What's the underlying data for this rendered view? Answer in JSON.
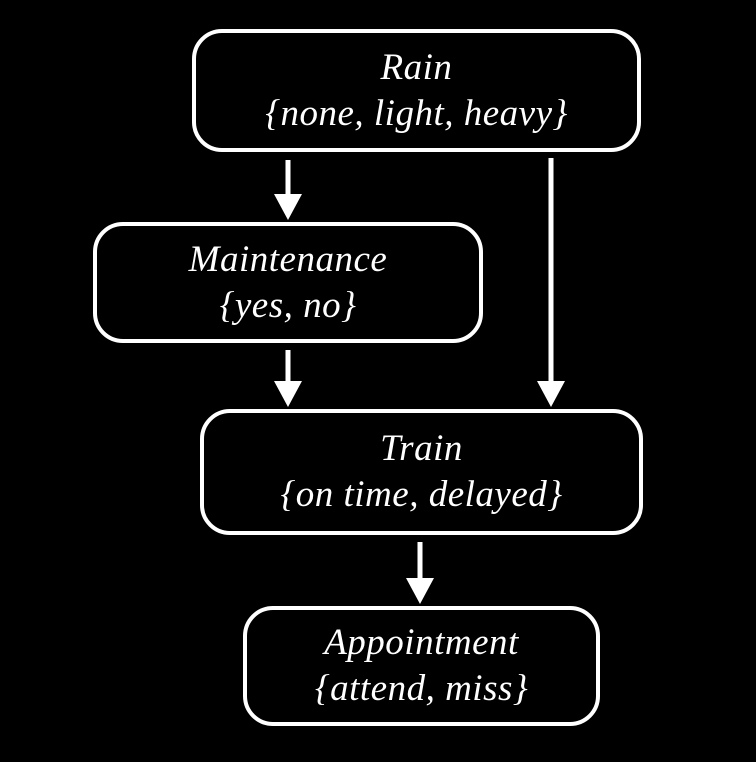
{
  "diagram": {
    "type": "bayesian-network",
    "nodes": [
      {
        "id": "rain",
        "name": "Rain",
        "values": "{none, light, heavy}"
      },
      {
        "id": "maintenance",
        "name": "Maintenance",
        "values": "{yes, no}"
      },
      {
        "id": "train",
        "name": "Train",
        "values": "{on time, delayed}"
      },
      {
        "id": "appointment",
        "name": "Appointment",
        "values": "{attend, miss}"
      }
    ],
    "edges": [
      {
        "from": "rain",
        "to": "maintenance"
      },
      {
        "from": "rain",
        "to": "train"
      },
      {
        "from": "maintenance",
        "to": "train"
      },
      {
        "from": "train",
        "to": "appointment"
      }
    ],
    "colors": {
      "background": "#000000",
      "node_border": "#ffffff",
      "text": "#ffffff",
      "arrow": "#ffffff"
    }
  }
}
